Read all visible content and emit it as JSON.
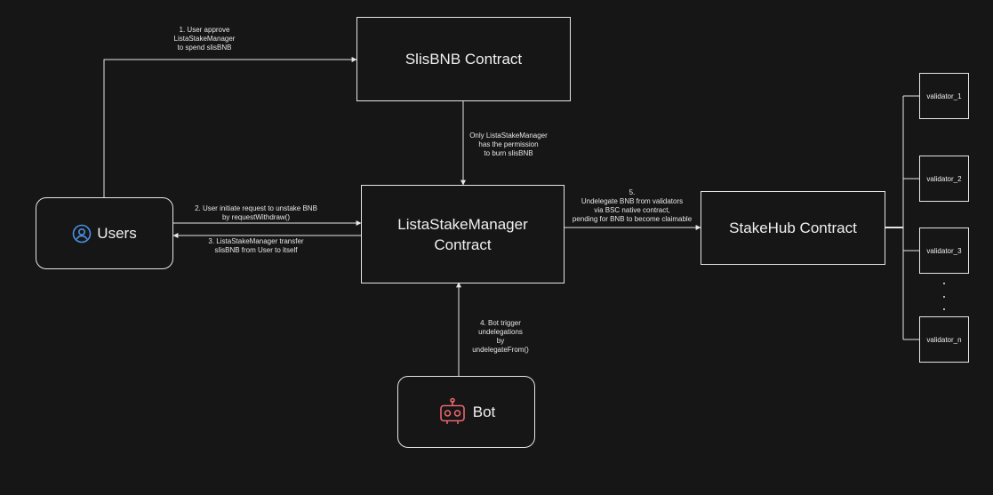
{
  "boxes": {
    "slisbnb": {
      "title": "SlisBNB Contract"
    },
    "manager": {
      "line1": "ListaStakeManager",
      "line2": "Contract"
    },
    "stakehub": {
      "title": "StakeHub Contract"
    },
    "users": {
      "label": "Users",
      "icon": "user-circle-icon",
      "icon_color": "#4a90e2"
    },
    "bot": {
      "label": "Bot",
      "icon": "robot-icon",
      "icon_color": "#e8646c"
    }
  },
  "validators": [
    "validator_1",
    "validator_2",
    "validator_3",
    "validator_n"
  ],
  "notes": {
    "step1": [
      "1. User approve",
      "ListaStakeManager",
      "to spend slisBNB"
    ],
    "permission": [
      "Only ListaStakeManager",
      "has the permission",
      "to burn slisBNB"
    ],
    "step2": [
      "2. User initiate request to unstake BNB",
      "by requestWithdraw()"
    ],
    "step3": [
      "3. ListaStakeManager transfer",
      "slisBNB from User to itself"
    ],
    "step4": [
      "4. Bot trigger",
      "undelegations",
      "by",
      "undelegateFrom()"
    ],
    "step5": [
      "5.",
      "Undelegate BNB from validators",
      "via BSC native contract,",
      "pending for BNB to become claimable"
    ]
  },
  "colors": {
    "background": "#161616",
    "line": "#e6e6e6",
    "user_icon": "#4a90e2",
    "bot_icon": "#e8646c"
  }
}
